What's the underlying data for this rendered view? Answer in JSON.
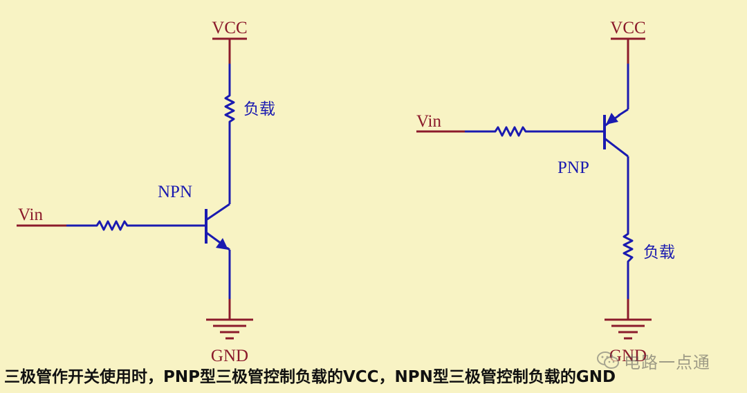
{
  "colors": {
    "background": "#f8f3c4",
    "power_net": "#8b1a2b",
    "wire": "#1a1ab0",
    "caption_text": "#111111"
  },
  "npn_circuit": {
    "vcc_label": "VCC",
    "vin_label": "Vin",
    "transistor_label": "NPN",
    "load_label": "负载",
    "gnd_label": "GND"
  },
  "pnp_circuit": {
    "vcc_label": "VCC",
    "vin_label": "Vin",
    "transistor_label": "PNP",
    "load_label": "负载",
    "gnd_label": "GND"
  },
  "caption": "三极管作开关使用时，PNP型三极管控制负载的VCC，NPN型三极管控制负载的GND",
  "watermark": {
    "text": "电路一点通",
    "logo_icon": "wechat-icon"
  }
}
